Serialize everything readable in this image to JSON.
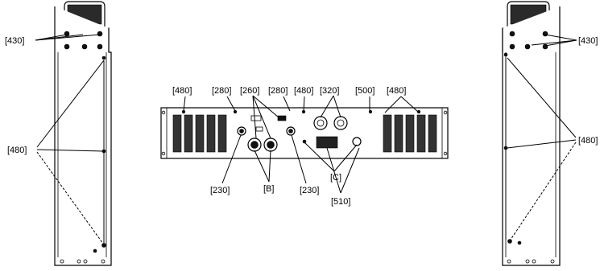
{
  "labels": {
    "left_430": "[430]",
    "left_480": "[480]",
    "right_430": "[430]",
    "right_480": "[480]",
    "top_480_a": "[480]",
    "top_280_a": "[280]",
    "top_260": "[260]",
    "top_280_b": "[280]",
    "top_480_b": "[480]",
    "top_320": "[320]",
    "top_500": "[500]",
    "top_480_c": "[480]",
    "bot_230_a": "[230]",
    "bot_b": "[B]",
    "bot_230_b": "[230]",
    "bot_c": "[C]",
    "bot_510": "[510]"
  }
}
